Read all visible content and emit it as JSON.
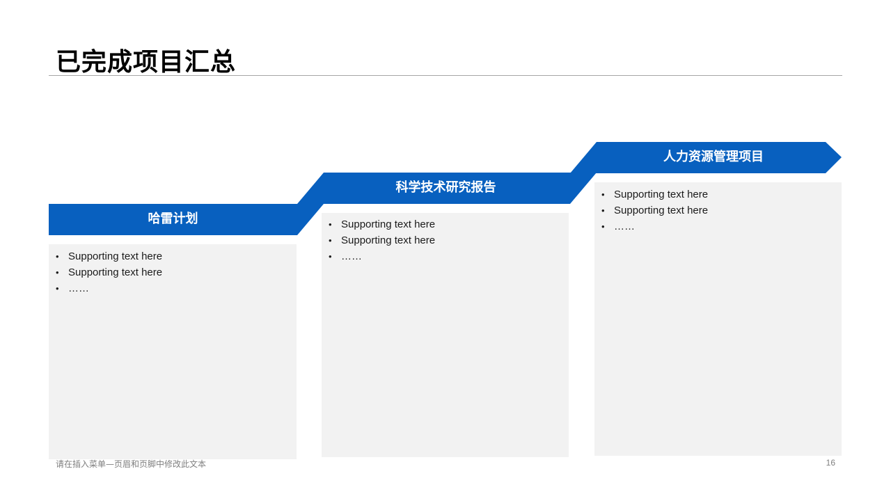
{
  "page": {
    "title": "已完成项目汇总",
    "footer": "请在插入菜单—页眉和页脚中修改此文本",
    "page_number": "16"
  },
  "colors": {
    "accent": "#0860bf",
    "card_bg": "#f2f2f2",
    "rule": "#a6a6a6"
  },
  "projects": [
    {
      "name": "哈雷计划",
      "items": [
        "Supporting text here",
        "Supporting text here",
        "……"
      ]
    },
    {
      "name": "科学技术研究报告",
      "items": [
        "Supporting text here",
        "Supporting text here",
        "……"
      ]
    },
    {
      "name": "人力资源管理项目",
      "items": [
        "Supporting text here",
        "Supporting text here",
        "……"
      ]
    }
  ]
}
